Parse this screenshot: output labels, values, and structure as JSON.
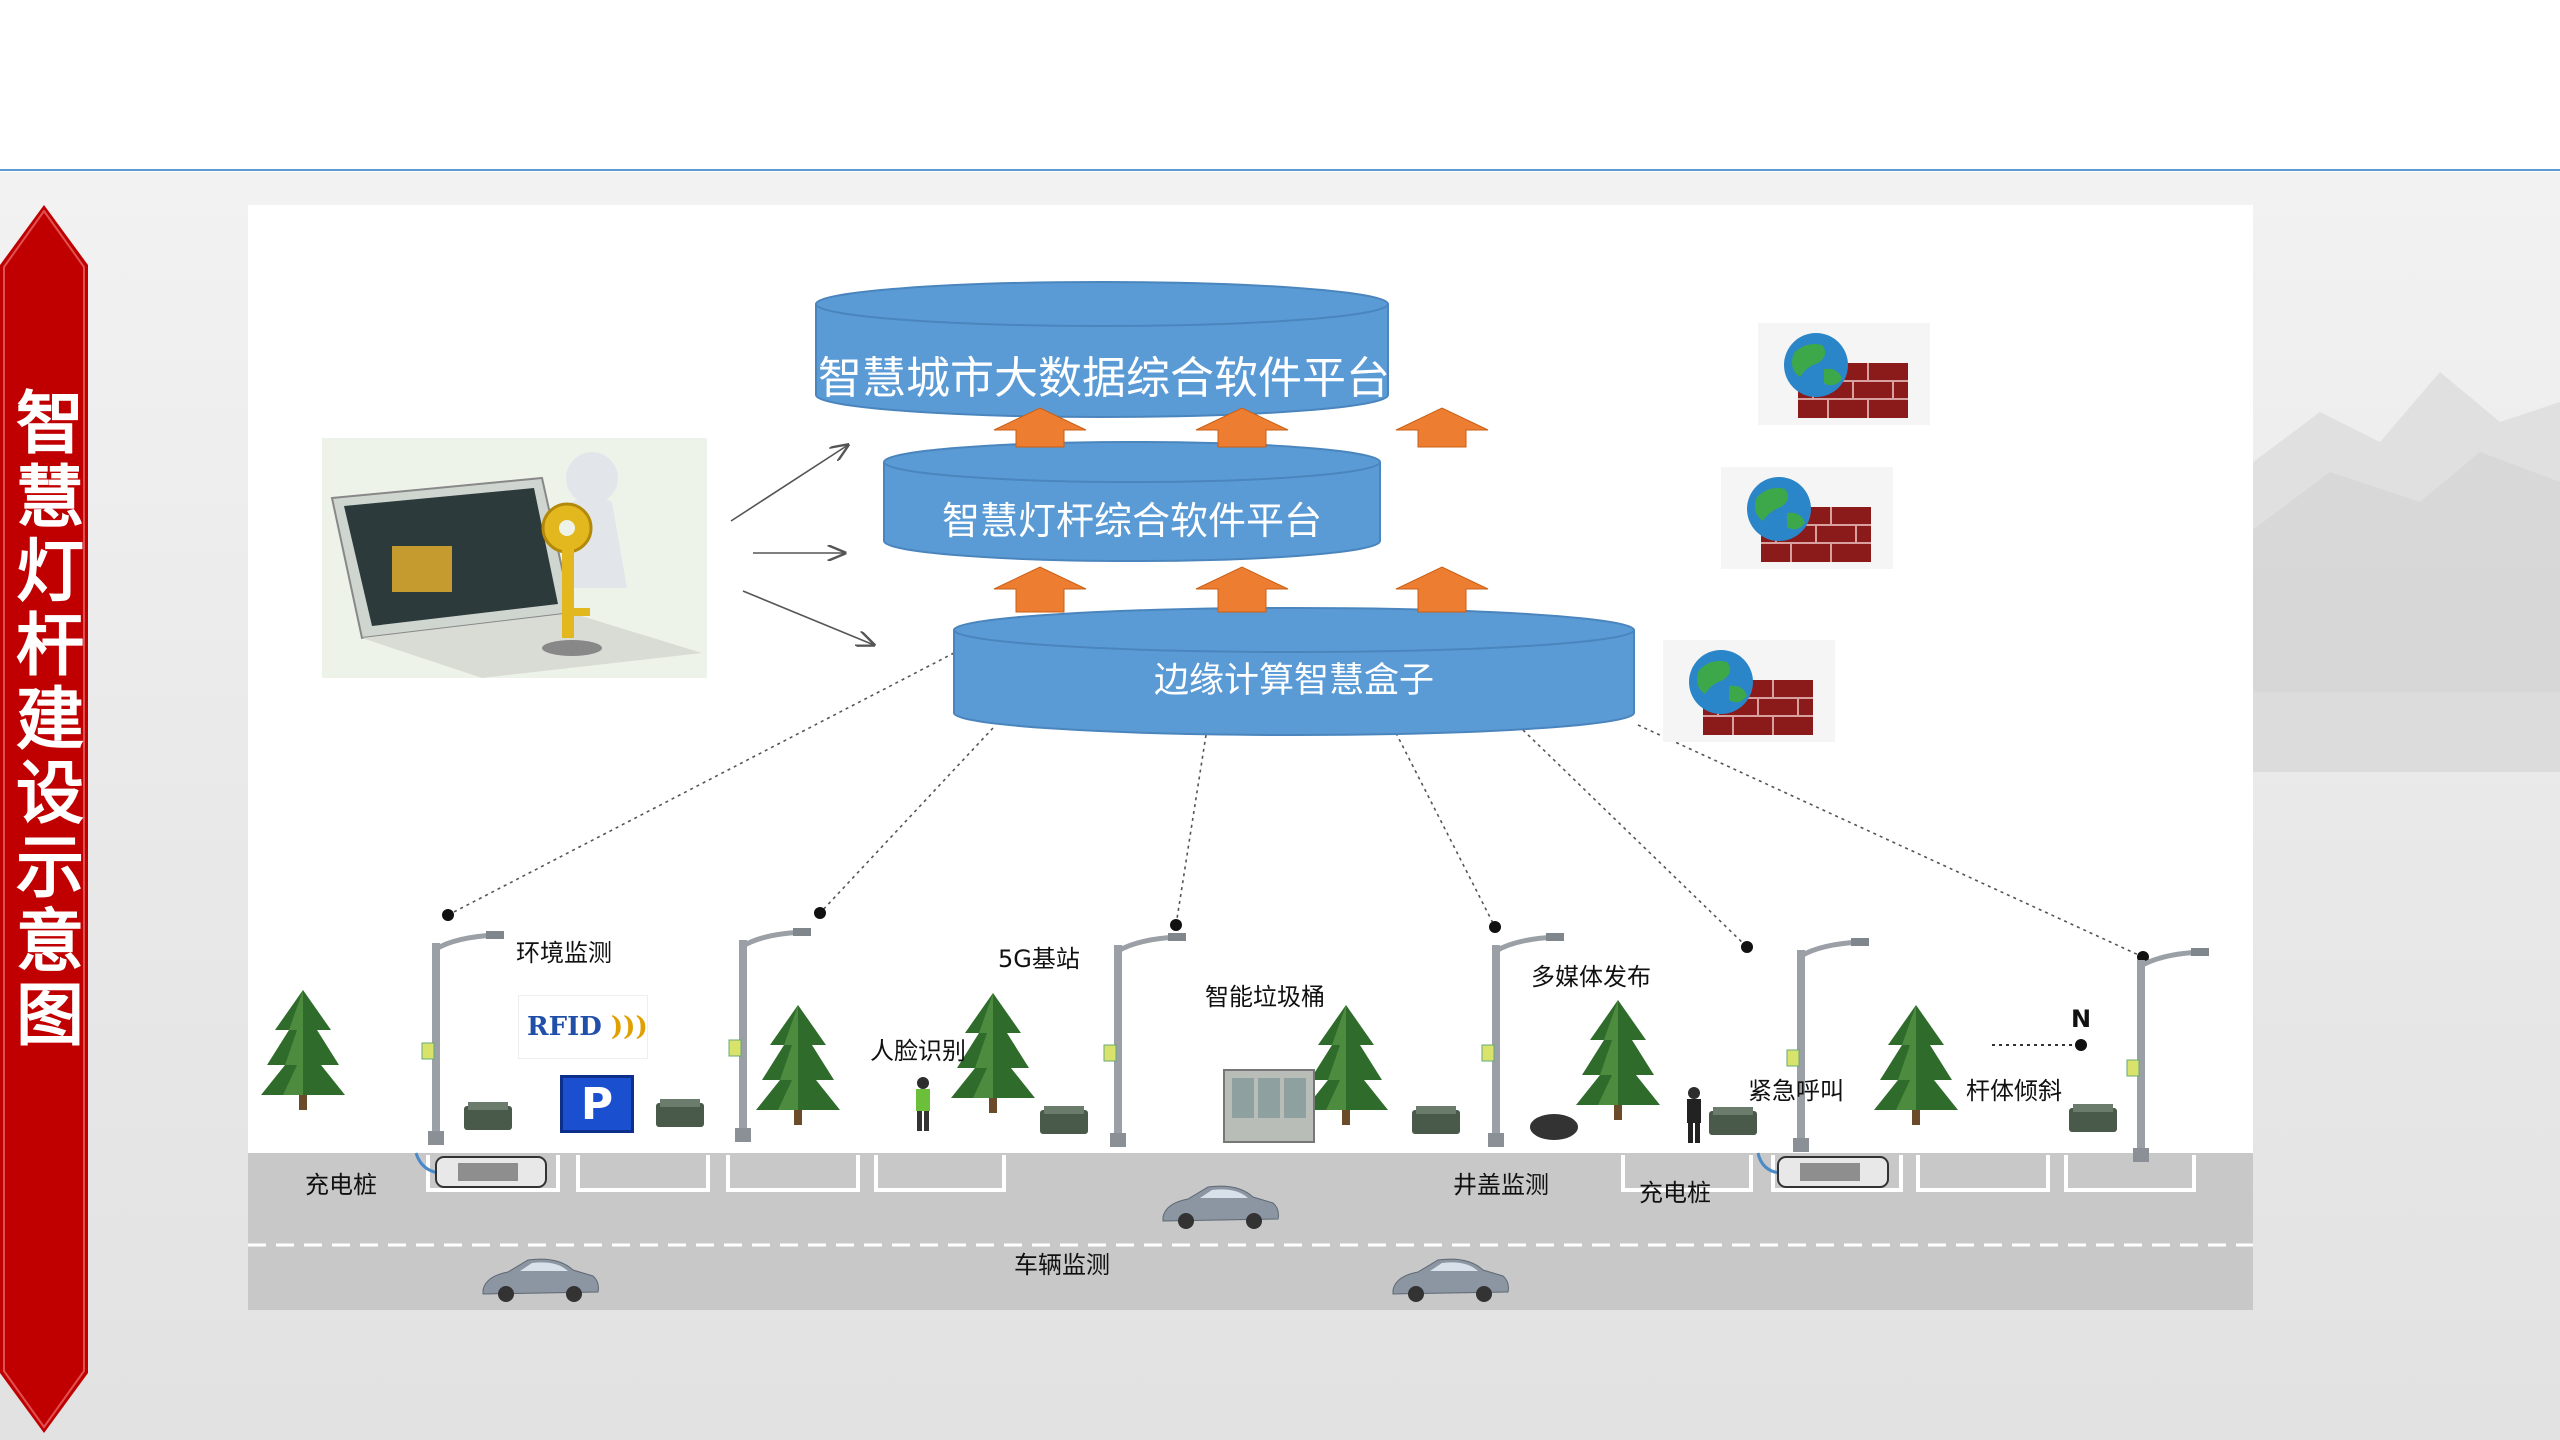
{
  "title": "智慧灯杆建设示意图",
  "colors": {
    "banner": "#c00000",
    "rule": "#5b9bd5",
    "cylinder": "#5b9bd5",
    "arrow": "#ed7d31",
    "road": "#c8c8c8"
  },
  "platforms": {
    "big_data": "智慧城市大数据综合软件平台",
    "pole": "智慧灯杆综合软件平台",
    "edge": "边缘计算智慧盒子"
  },
  "icons": [
    "security-key-icon",
    "firewall-globe-icon",
    "rfid-icon",
    "parking-icon",
    "pedestrian-icon",
    "car-icon",
    "tree-icon",
    "street-lamp-icon",
    "trash-bin-icon",
    "manhole-icon"
  ],
  "labels": {
    "env": "环境监测",
    "g5": "5G基站",
    "trash": "智能垃圾桶",
    "media": "多媒体发布",
    "face": "人脸识别",
    "sos": "紧急呼叫",
    "tilt": "杆体倾斜",
    "north": "N",
    "charge1": "充电桩",
    "charge2": "充电桩",
    "manhole": "井盖监测",
    "vehicle": "车辆监测",
    "rfid": "RFID",
    "parking": "P"
  }
}
